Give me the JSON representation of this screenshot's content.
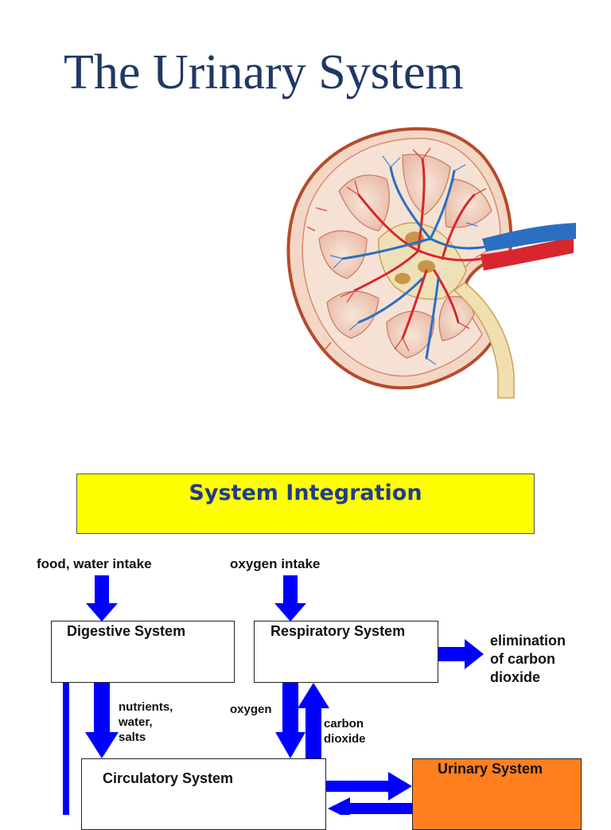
{
  "title": "The Urinary System",
  "banner": {
    "text": "System Integration",
    "background": "#ffff00",
    "text_color": "#1f3d8a"
  },
  "diagram": {
    "inputs": {
      "food": "food, water intake",
      "oxygen": "oxygen intake"
    },
    "boxes": {
      "digestive": "Digestive System",
      "respiratory": "Respiratory System",
      "circulatory": "Circulatory System",
      "urinary": "Urinary System"
    },
    "labels": {
      "elimination": [
        "elimination",
        "of carbon",
        "dioxide"
      ],
      "nutrients": [
        "nutrients,",
        "water,",
        "salts"
      ],
      "oxygen": "oxygen",
      "carbon_dioxide": [
        "carbon",
        "dioxide"
      ]
    },
    "colors": {
      "arrow": "#0000ff",
      "urinary_box": "#ff7f1f",
      "title": "#1f3864"
    }
  },
  "image": {
    "name": "kidney-cross-section-illustration"
  }
}
